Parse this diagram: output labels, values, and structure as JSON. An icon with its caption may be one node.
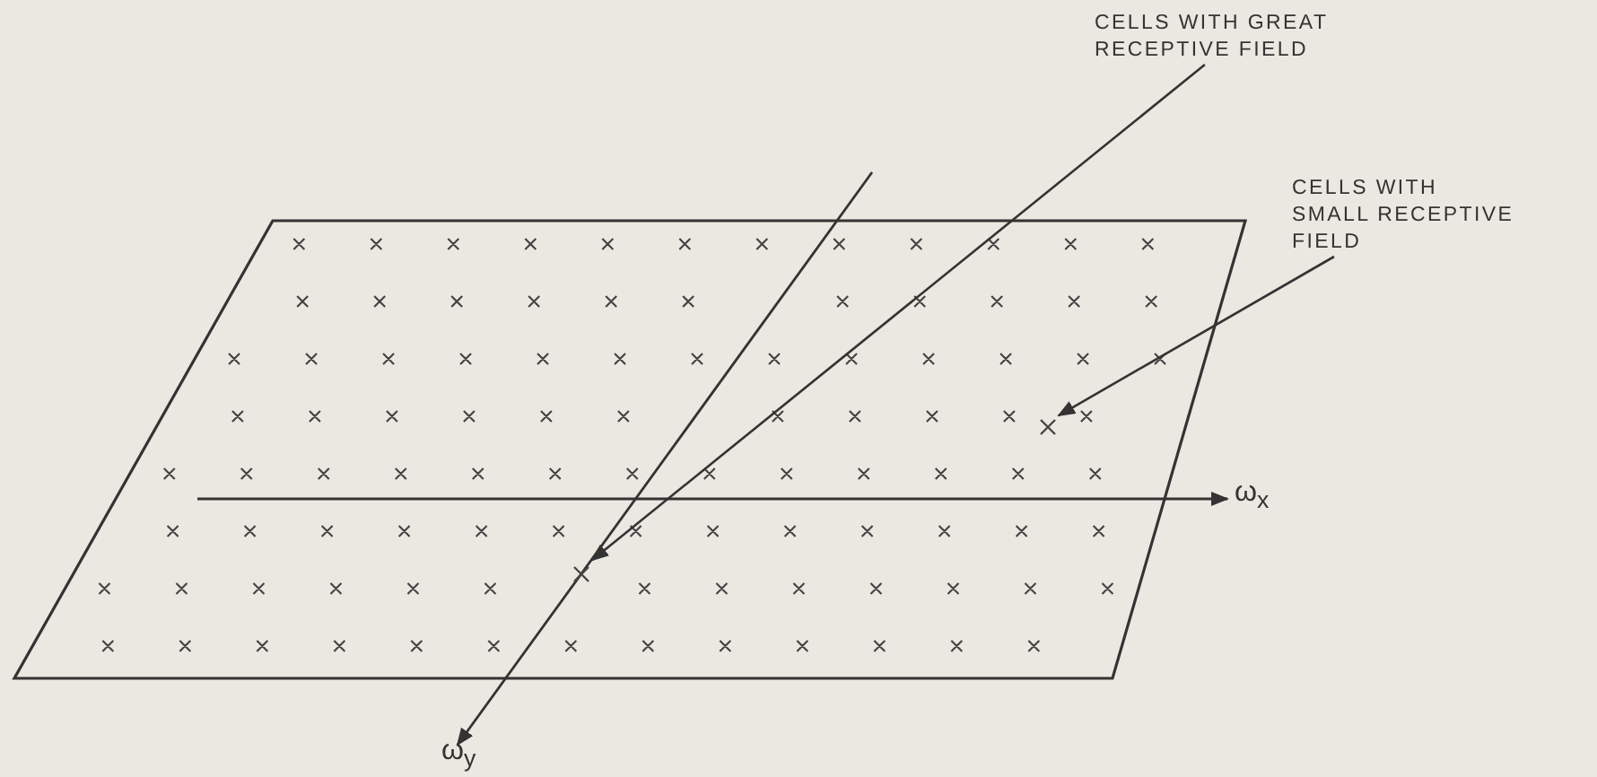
{
  "diagram": {
    "nodes": [
      {
        "text": [
          "CELLS WITH GREAT RECEPTIVE FIELD"
        ]
      },
      {
        "text": [],
        "shape": "cross"
      },
      {
        "text": [
          "CELLS WITH SMALL RECEPTIVE FIELD"
        ]
      },
      {
        "text": [],
        "shape": "cross"
      }
    ],
    "edges": [
      {
        "from": 0,
        "to": 1,
        "arrow": "to"
      },
      {
        "from": 2,
        "to": 3,
        "arrow": "to"
      }
    ],
    "labels": [
      "ω$_{x}$",
      "ω$_{y}$"
    ]
  }
}
